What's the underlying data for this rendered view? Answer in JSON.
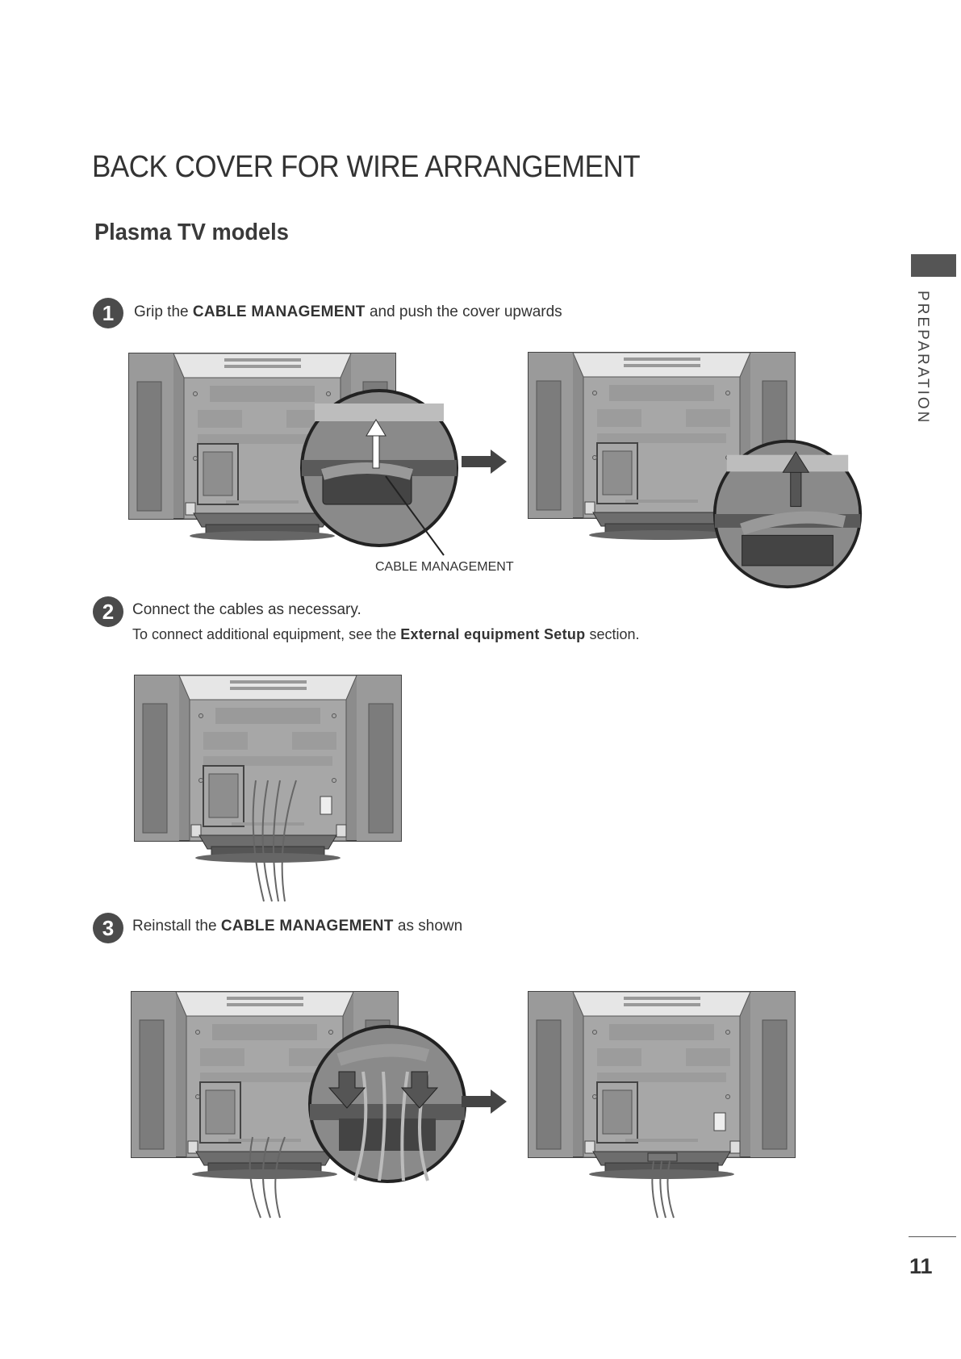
{
  "page": {
    "title": "BACK COVER FOR WIRE ARRANGEMENT",
    "subtitle": "Plasma TV models",
    "side_tab_label": "PREPARATION",
    "page_number": "11"
  },
  "steps": [
    {
      "number": "1",
      "pre": "Grip the ",
      "bold": "CABLE MANAGEMENT",
      "post": " and push the cover upwards"
    },
    {
      "number": "2",
      "line1": "Connect the cables as necessary.",
      "line2_pre": "To connect additional equipment, see the ",
      "line2_bold": "External equipment Setup",
      "line2_post": " section."
    },
    {
      "number": "3",
      "pre": "Reinstall the ",
      "bold": "CABLE MANAGEMENT",
      "post": " as shown"
    }
  ],
  "figures": {
    "callout_label": "CABLE MANAGEMENT",
    "clip_label": "CABLE MANAGEMENT"
  }
}
